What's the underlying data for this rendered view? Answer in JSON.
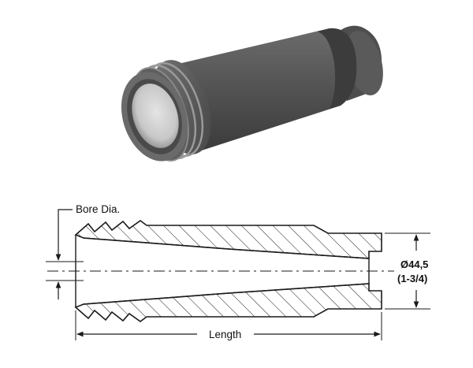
{
  "labels": {
    "bore_diameter": "Bore Dia.",
    "length": "Length",
    "outer_diameter_mm": "Ø44,5",
    "outer_diameter_in": "(1-3/4)"
  },
  "colors": {
    "body_dark": "#4a4a4a",
    "body_mid": "#5e5e5e",
    "body_light": "#7a7a7a",
    "bore_inner": "#d4d4d4",
    "line": "#1a1a1a"
  },
  "icons": [
    "nozzle-3d-render",
    "dimension-arrow"
  ]
}
